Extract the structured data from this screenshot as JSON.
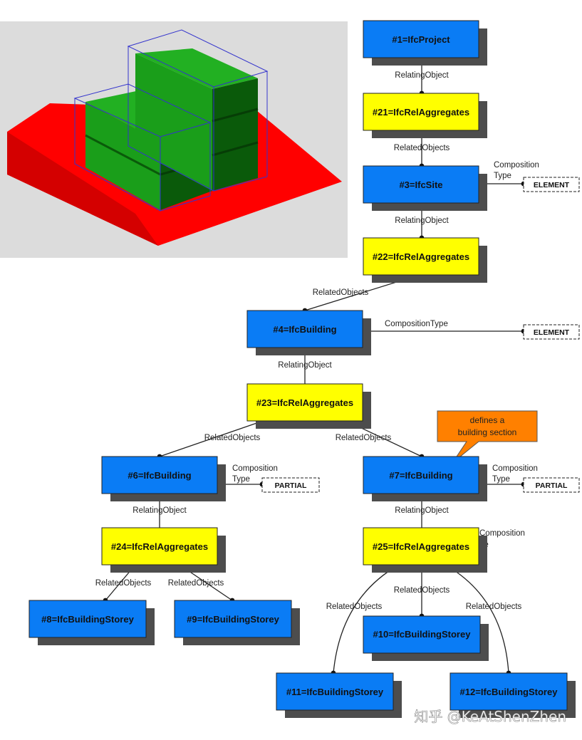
{
  "colors": {
    "entity": "#0a7cf5",
    "relation": "#ffff00",
    "shadow": "#4d4d4d",
    "note": "#ff8000",
    "ground": "#ff0000",
    "block": "#1a9e1a",
    "block_dark": "#0a5a0a",
    "viewport": "#dcdcdc",
    "bbox": "#3333cc"
  },
  "nodes": {
    "n1": "#1=IfcProject",
    "n21": "#21=IfcRelAggregates",
    "n3": "#3=IfcSite",
    "n22": "#22=IfcRelAggregates",
    "n4": "#4=IfcBuilding",
    "n23": "#23=IfcRelAggregates",
    "n6": "#6=IfcBuilding",
    "n7": "#7=IfcBuilding",
    "n24": "#24=IfcRelAggregates",
    "n25": "#25=IfcRelAggregates",
    "n8": "#8=IfcBuildingStorey",
    "n9": "#9=IfcBuildingStorey",
    "n10": "#10=IfcBuildingStorey",
    "n11": "#11=IfcBuildingStorey",
    "n12": "#12=IfcBuildingStorey"
  },
  "edges": {
    "relating_object": "RelatingObject",
    "related_objects": "RelatedObjects",
    "composition": "Composition",
    "type": "Type",
    "composition_type": "CompositionType",
    "type_partial": "pe"
  },
  "tags": {
    "element": "ELEMENT",
    "partial": "PARTIAL"
  },
  "note": {
    "line1": "defines a",
    "line2": "building section"
  },
  "watermark": "知乎 @KeAtShenZhen"
}
